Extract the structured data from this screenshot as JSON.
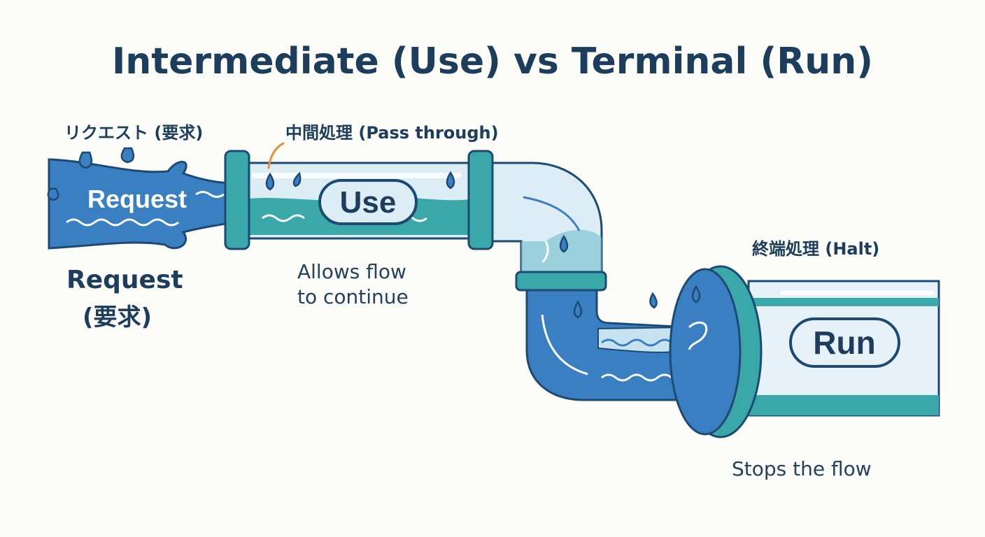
{
  "title": "Intermediate (Use) vs Terminal (Run)",
  "labels": {
    "request_jp": "リクエスト (要求)",
    "pass_through": "中間処理 (Pass through)",
    "halt": "終端処理 (Halt)",
    "request_big_line1": "Request",
    "request_big_line2": "(要求)"
  },
  "water": {
    "request": "Request"
  },
  "pipes": {
    "use": "Use",
    "run": "Run"
  },
  "captions": {
    "use_line1": "Allows flow",
    "use_line2": "to continue",
    "run": "Stops the flow"
  },
  "colors": {
    "outline": "#1c4a73",
    "water": "#3a7fc1",
    "teal": "#3aa8a8",
    "pipe_glass": "#dcedf6",
    "accent": "#e8913a"
  }
}
